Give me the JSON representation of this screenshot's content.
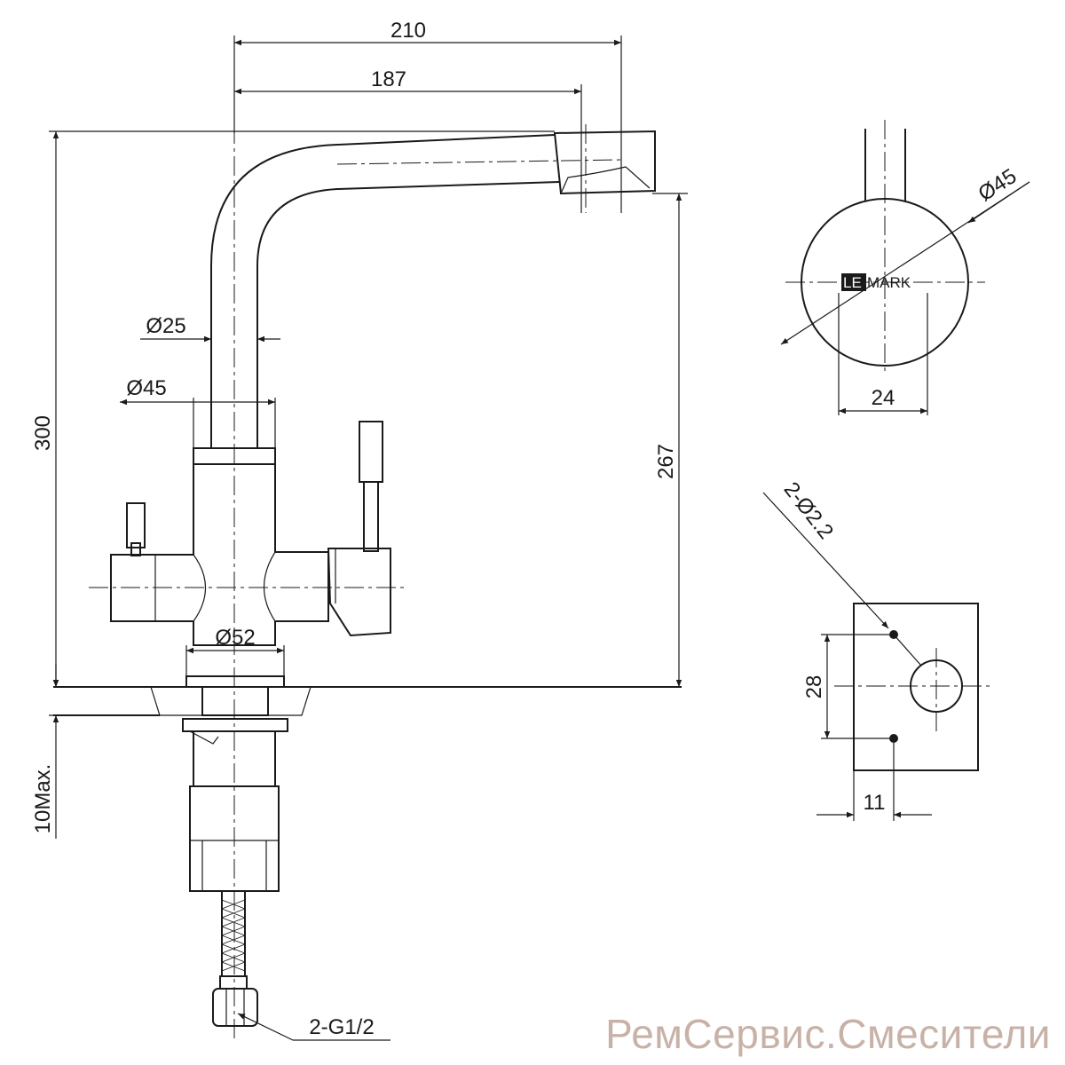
{
  "dimensions": {
    "overall_reach": "210",
    "spout_reach": "187",
    "total_height": "300",
    "spout_height": "267",
    "column_diameter": "Ø25",
    "base_diameter": "Ø45",
    "body_diameter": "Ø52",
    "max_thickness": "10Max.",
    "connection": "2-G1/2",
    "top_view_diameter": "Ø45",
    "top_view_width": "24",
    "mount_holes": "2-Ø2.2",
    "hole_spacing": "28",
    "hole_offset": "11"
  },
  "logo": {
    "prefix": "LE",
    "suffix": "MARK"
  },
  "watermark": "РемСервис.Смесители"
}
